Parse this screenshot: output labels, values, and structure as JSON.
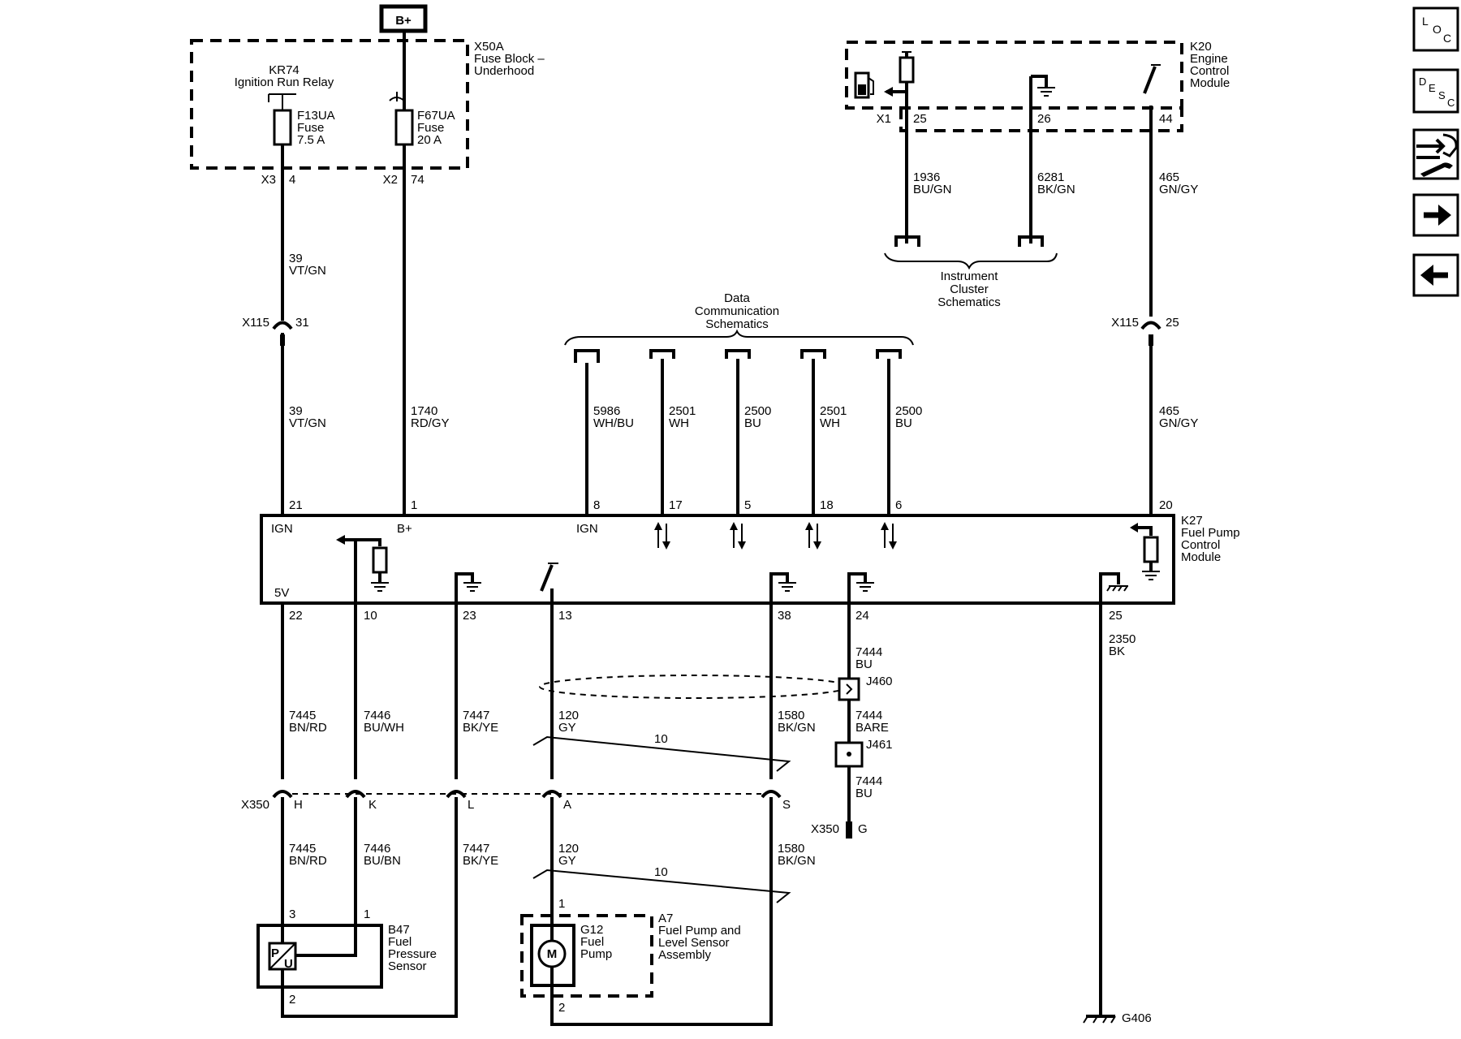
{
  "battery": {
    "label": "B+"
  },
  "fuse_block": {
    "id": "X50A",
    "name_line1": "Fuse Block –",
    "name_line2": "Underhood",
    "relay_id": "KR74",
    "relay_name": "Ignition Run Relay",
    "fuse1": {
      "id": "F13UA",
      "type": "Fuse",
      "rating": "7.5 A"
    },
    "fuse2": {
      "id": "F67UA",
      "type": "Fuse",
      "rating": "20 A"
    },
    "conn1": "X3",
    "pin1": "4",
    "conn2": "X2",
    "pin2": "74"
  },
  "wires": {
    "w39": {
      "circuit": "39",
      "color": "VT/GN"
    },
    "w1740": {
      "circuit": "1740",
      "color": "RD/GY"
    },
    "w5986": {
      "circuit": "5986",
      "color": "WH/BU"
    },
    "w2501a": {
      "circuit": "2501",
      "color": "WH"
    },
    "w2500a": {
      "circuit": "2500",
      "color": "BU"
    },
    "w2501b": {
      "circuit": "2501",
      "color": "WH"
    },
    "w2500b": {
      "circuit": "2500",
      "color": "BU"
    },
    "w465": {
      "circuit": "465",
      "color": "GN/GY"
    },
    "w1936": {
      "circuit": "1936",
      "color": "BU/GN"
    },
    "w6281": {
      "circuit": "6281",
      "color": "BK/GN"
    },
    "w7445": {
      "circuit": "7445",
      "color": "BN/RD"
    },
    "w7446a": {
      "circuit": "7446",
      "color": "BU/WH"
    },
    "w7446b": {
      "circuit": "7446",
      "color": "BU/BN"
    },
    "w7447": {
      "circuit": "7447",
      "color": "BK/YE"
    },
    "w120": {
      "circuit": "120",
      "color": "GY"
    },
    "w1580": {
      "circuit": "1580",
      "color": "BK/GN"
    },
    "w7444a": {
      "circuit": "7444",
      "color": "BU"
    },
    "w7444bare": {
      "circuit": "7444",
      "color": "BARE"
    },
    "w7444c": {
      "circuit": "7444",
      "color": "BU"
    },
    "w2350": {
      "circuit": "2350",
      "color": "BK"
    },
    "twist": "10"
  },
  "inline_connectors": {
    "x115": "X115",
    "x115_pin_a": "31",
    "x115_pin_b": "25",
    "x350": "X350",
    "x350_pins": [
      "H",
      "K",
      "L",
      "A",
      "S"
    ],
    "x350_g": "G"
  },
  "ecm": {
    "id": "K20",
    "name_line1": "Engine",
    "name_line2": "Control",
    "name_line3": "Module",
    "conn": "X1",
    "pins": [
      "25",
      "26",
      "44"
    ]
  },
  "instrument_cluster": {
    "line1": "Instrument",
    "line2": "Cluster",
    "line3": "Schematics"
  },
  "data_comm": {
    "line1": "Data",
    "line2": "Communication",
    "line3": "Schematics"
  },
  "fpcm": {
    "id": "K27",
    "name_line1": "Fuel Pump",
    "name_line2": "Control",
    "name_line3": "Module",
    "top_pins": [
      "21",
      "1",
      "8",
      "17",
      "5",
      "18",
      "6",
      "20"
    ],
    "bottom_pins": [
      "22",
      "10",
      "23",
      "13",
      "38",
      "24",
      "25"
    ],
    "label_ign": "IGN",
    "label_bplus": "B+",
    "label_ign2": "IGN",
    "label_5v": "5V"
  },
  "splices": {
    "j460": "J460",
    "j461": "J461"
  },
  "sensor": {
    "id": "B47",
    "line1": "Fuel",
    "line2": "Pressure",
    "line3": "Sensor",
    "pin_a": "3",
    "pin_b": "1",
    "pin_c": "2",
    "sym_p": "P",
    "sym_u": "U"
  },
  "pump": {
    "id": "G12",
    "line1": "Fuel",
    "line2": "Pump",
    "motor": "M",
    "assembly_id": "A7",
    "assembly_line1": "Fuel Pump and",
    "assembly_line2": "Level Sensor",
    "assembly_line3": "Assembly",
    "pin_a": "1",
    "pin_b": "2"
  },
  "ground": {
    "id": "G406"
  },
  "nav": {
    "loc": [
      "L",
      "O",
      "C"
    ],
    "desc": [
      "D",
      "E",
      "S",
      "C"
    ]
  }
}
